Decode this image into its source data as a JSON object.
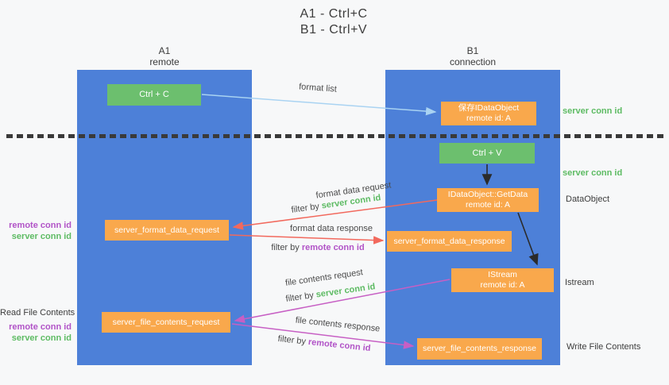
{
  "title": {
    "line1": "A1 - Ctrl+C",
    "line2": "B1 - Ctrl+V"
  },
  "columns": {
    "a1": {
      "name": "A1",
      "role": "remote"
    },
    "b1": {
      "name": "B1",
      "role": "connection"
    }
  },
  "nodes": {
    "ctrl_c": {
      "label": "Ctrl + C"
    },
    "ctrl_v": {
      "label": "Ctrl + V"
    },
    "save_idataobject": {
      "line1": "保存IDataObject",
      "line2": "remote id: A"
    },
    "getdata": {
      "line1": "IDataObject::GetData",
      "line2": "remote id: A"
    },
    "istream": {
      "line1": "IStream",
      "line2": "remote id: A"
    },
    "server_format_data_request": {
      "label": "server_format_data_request"
    },
    "server_format_data_response": {
      "label": "server_format_data_response"
    },
    "server_file_contents_request": {
      "label": "server_file_contents_request"
    },
    "server_file_contents_response": {
      "label": "server_file_contents_response"
    }
  },
  "arrow_labels": {
    "format_list": "format list",
    "format_data_request": "format data request",
    "format_data_request_filter": {
      "prefix": "filter by ",
      "value": "server conn id"
    },
    "format_data_response": "format data response",
    "format_data_response_filter": {
      "prefix": "filter by ",
      "value": "remote conn id"
    },
    "file_contents_request": "file contents request",
    "file_contents_request_filter": {
      "prefix": "filter by ",
      "value": "server conn id"
    },
    "file_contents_response": "file contents response",
    "file_contents_response_filter": {
      "prefix": "filter by ",
      "value": "remote conn id"
    }
  },
  "side_labels": {
    "server_conn_id_top": "server conn id",
    "server_conn_id_mid": "server conn id",
    "dataobject": "DataObject",
    "istream": "Istream",
    "write_file_contents": "Write File Contents",
    "read_file_contents": "Read File Contents",
    "left_group1": {
      "remote": "remote conn id",
      "server": "server conn id"
    },
    "left_group2": {
      "remote": "remote conn id",
      "server": "server conn id"
    }
  },
  "colors": {
    "column_blue": "#4d80d8",
    "box_green": "#6cbf6e",
    "box_orange": "#f9a84c",
    "arrow_light_blue": "#a9d3f2",
    "arrow_red": "#f2695d",
    "arrow_magenta": "#c75fc4",
    "arrow_black": "#2b2b2b",
    "label_green": "#5dbb63",
    "label_purple": "#b153c7"
  }
}
